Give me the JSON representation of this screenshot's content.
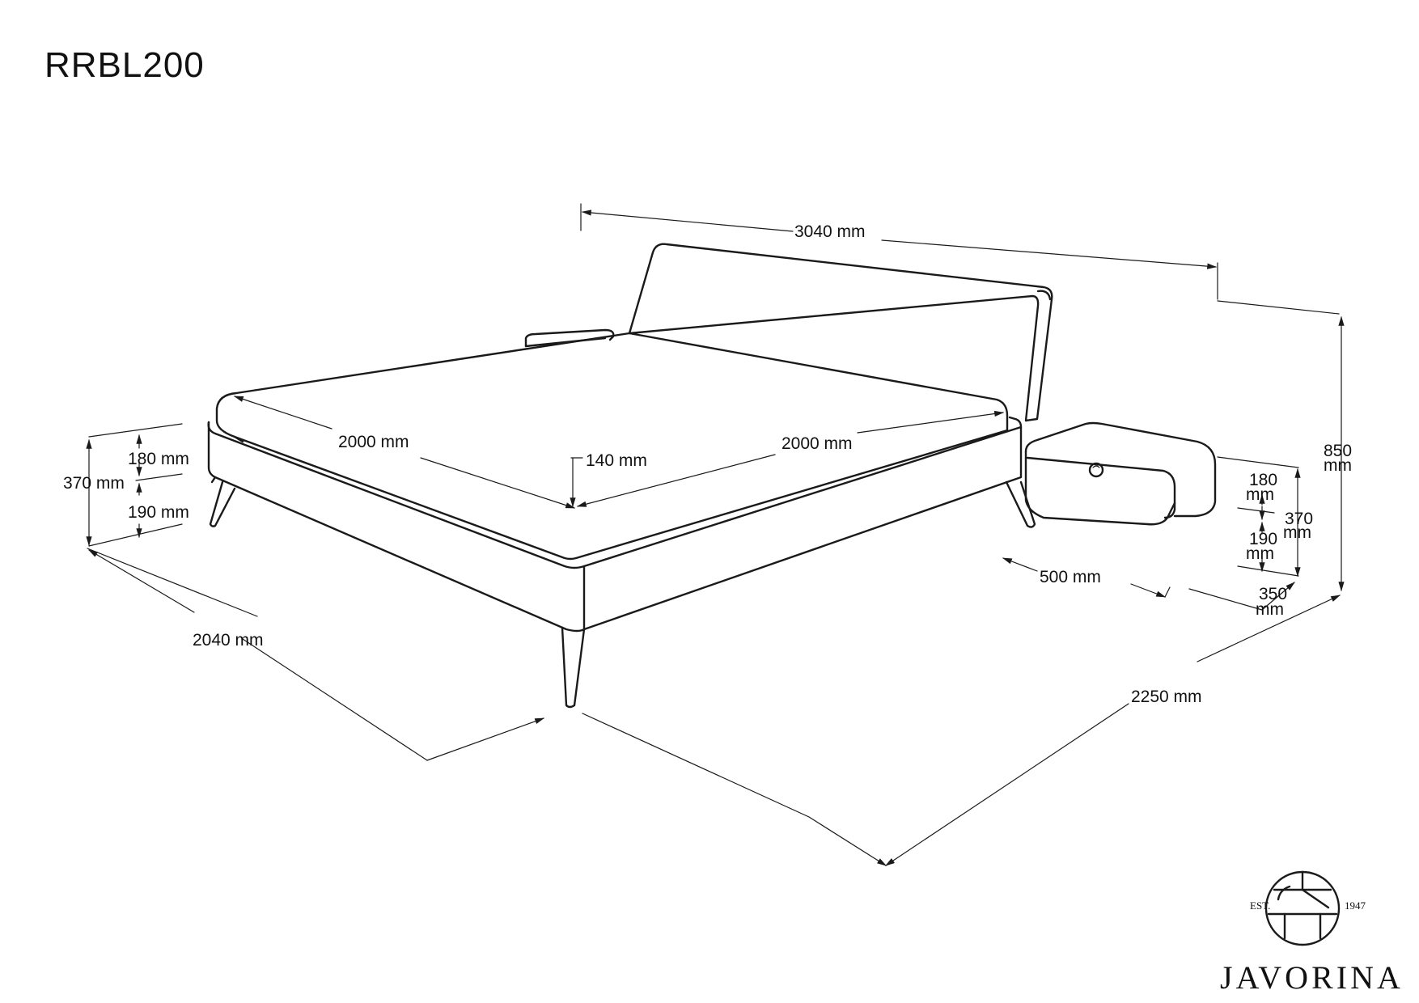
{
  "drawing": {
    "title": "RRBL200"
  },
  "dimensions": {
    "overall_width": "3040 mm",
    "overall_height_value": "850",
    "overall_height_unit": "mm",
    "mattress_length": "2000 mm",
    "mattress_width": "2000 mm",
    "mattress_height": "140 mm",
    "frame_height_total": "370 mm",
    "frame_side_height": "180 mm",
    "leg_height": "190 mm",
    "bed_length": "2040 mm",
    "bed_width": "2250 mm",
    "nightstand_width": "500 mm",
    "nightstand_depth_value": "350",
    "nightstand_depth_unit": "mm",
    "nightstand_body_value": "180",
    "nightstand_body_unit": "mm",
    "nightstand_total_value": "370",
    "nightstand_total_unit": "mm",
    "nightstand_gap_value": "190",
    "nightstand_gap_unit": "mm"
  },
  "logo": {
    "name": "JAVORINA",
    "est_label": "EST.",
    "year": "1947"
  }
}
